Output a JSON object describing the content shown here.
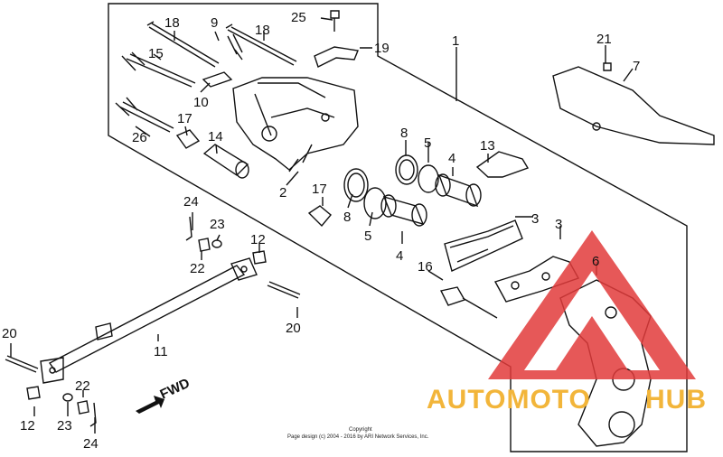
{
  "diagram": {
    "part_labels": [
      {
        "id": "l18a",
        "text": "18"
      },
      {
        "id": "l9",
        "text": "9"
      },
      {
        "id": "l18b",
        "text": "18"
      },
      {
        "id": "l25",
        "text": "25"
      },
      {
        "id": "l19",
        "text": "19"
      },
      {
        "id": "l1",
        "text": "1"
      },
      {
        "id": "l21",
        "text": "21"
      },
      {
        "id": "l7",
        "text": "7"
      },
      {
        "id": "l15",
        "text": "15"
      },
      {
        "id": "l10",
        "text": "10"
      },
      {
        "id": "l17a",
        "text": "17"
      },
      {
        "id": "l26",
        "text": "26"
      },
      {
        "id": "l14",
        "text": "14"
      },
      {
        "id": "l8a",
        "text": "8"
      },
      {
        "id": "l5a",
        "text": "5"
      },
      {
        "id": "l4a",
        "text": "4"
      },
      {
        "id": "l13",
        "text": "13"
      },
      {
        "id": "l2",
        "text": "2"
      },
      {
        "id": "l17b",
        "text": "17"
      },
      {
        "id": "l8b",
        "text": "8"
      },
      {
        "id": "l5b",
        "text": "5"
      },
      {
        "id": "l4b",
        "text": "4"
      },
      {
        "id": "l3a",
        "text": "3"
      },
      {
        "id": "l3b",
        "text": "3"
      },
      {
        "id": "l24a",
        "text": "24"
      },
      {
        "id": "l23a",
        "text": "23"
      },
      {
        "id": "l22a",
        "text": "22"
      },
      {
        "id": "l12a",
        "text": "12"
      },
      {
        "id": "l6",
        "text": "6"
      },
      {
        "id": "l16",
        "text": "16"
      },
      {
        "id": "l20a",
        "text": "20"
      },
      {
        "id": "l20b",
        "text": "20"
      },
      {
        "id": "l11",
        "text": "11"
      },
      {
        "id": "l22b",
        "text": "22"
      },
      {
        "id": "l12b",
        "text": "12"
      },
      {
        "id": "l23b",
        "text": "23"
      },
      {
        "id": "l24b",
        "text": "24"
      }
    ],
    "direction_label": "FWD",
    "copyright_line1": "Copyright",
    "copyright_line2": "Page design (c) 2004 - 2016 by ARI Network Services, Inc."
  },
  "watermark": {
    "word1": "AUTOMOTO",
    "word2": "HUB",
    "triangle_color": "#e23b3b",
    "text_color": "#f2b53a"
  }
}
